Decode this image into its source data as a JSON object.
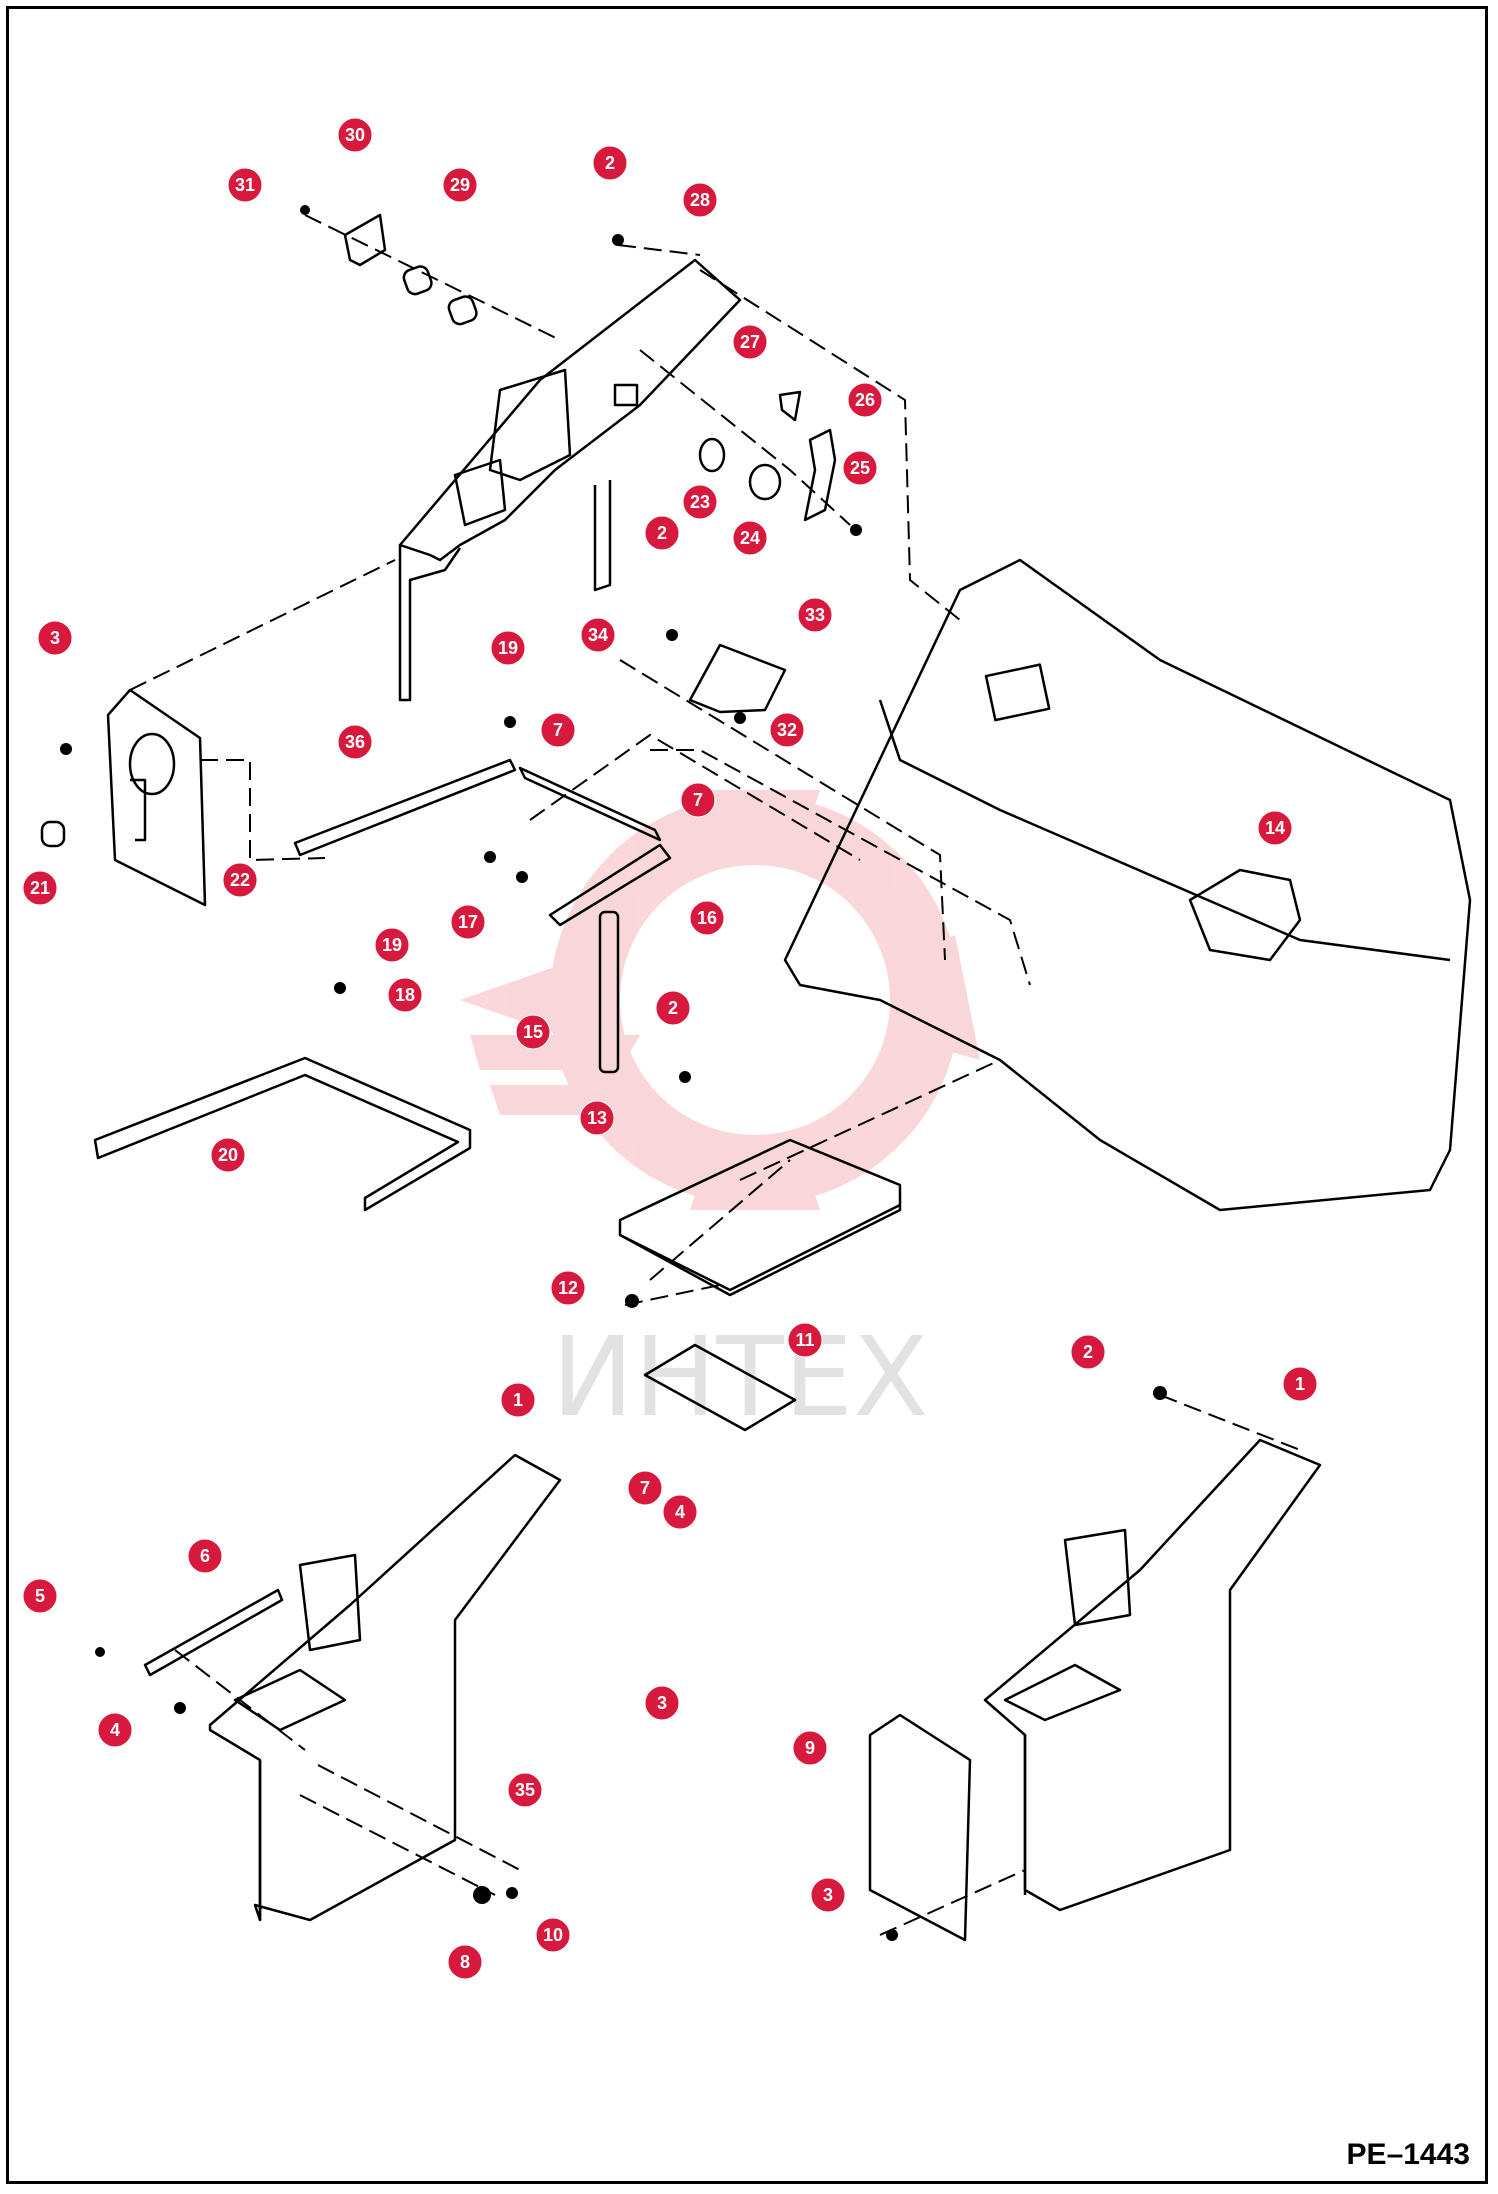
{
  "drawing": {
    "doc_code": "PE–1443",
    "watermark_text": "ИНТЕХ"
  },
  "callouts": [
    {
      "label": "30"
    },
    {
      "label": "31"
    },
    {
      "label": "29"
    },
    {
      "label": "2"
    },
    {
      "label": "28"
    },
    {
      "label": "27"
    },
    {
      "label": "26"
    },
    {
      "label": "25"
    },
    {
      "label": "23"
    },
    {
      "label": "24"
    },
    {
      "label": "2"
    },
    {
      "label": "33"
    },
    {
      "label": "34"
    },
    {
      "label": "32"
    },
    {
      "label": "3"
    },
    {
      "label": "19"
    },
    {
      "label": "7"
    },
    {
      "label": "36"
    },
    {
      "label": "7"
    },
    {
      "label": "21"
    },
    {
      "label": "22"
    },
    {
      "label": "17"
    },
    {
      "label": "16"
    },
    {
      "label": "14"
    },
    {
      "label": "19"
    },
    {
      "label": "18"
    },
    {
      "label": "15"
    },
    {
      "label": "2"
    },
    {
      "label": "13"
    },
    {
      "label": "20"
    },
    {
      "label": "12"
    },
    {
      "label": "11"
    },
    {
      "label": "2"
    },
    {
      "label": "1"
    },
    {
      "label": "1"
    },
    {
      "label": "7"
    },
    {
      "label": "4"
    },
    {
      "label": "6"
    },
    {
      "label": "5"
    },
    {
      "label": "4"
    },
    {
      "label": "3"
    },
    {
      "label": "9"
    },
    {
      "label": "35"
    },
    {
      "label": "3"
    },
    {
      "label": "10"
    },
    {
      "label": "8"
    }
  ]
}
